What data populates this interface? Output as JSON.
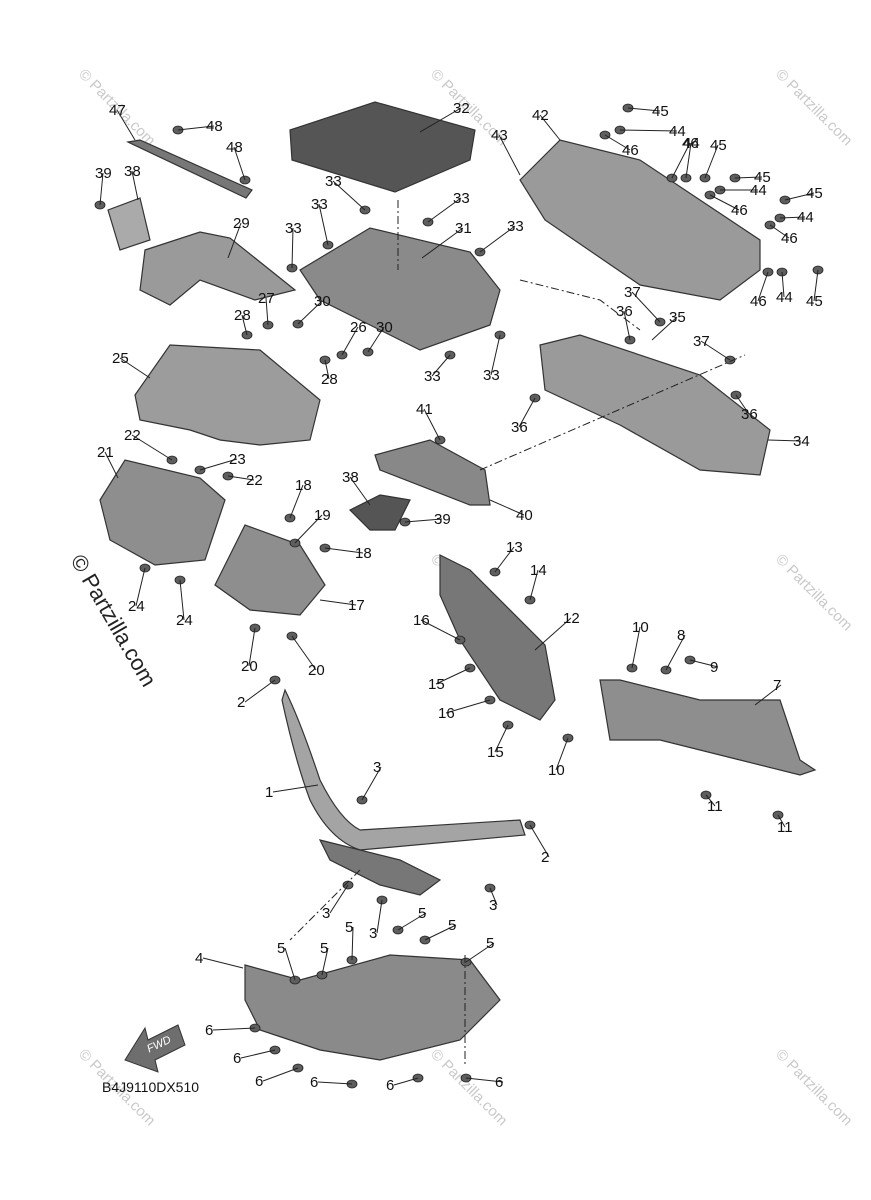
{
  "diagram_code": "B4J9110DX510",
  "fwd_label": "FWD",
  "watermark_main": "© Partzilla.com",
  "watermark_small": "© Partzilla.com",
  "colors": {
    "part_fill": "#8e8e8e",
    "part_light": "#b8b8b8",
    "part_dark": "#5e5e5e",
    "watermark": "#c9c9c9"
  },
  "callouts": [
    "1",
    "2",
    "3",
    "4",
    "5",
    "6",
    "7",
    "8",
    "9",
    "10",
    "11",
    "12",
    "13",
    "14",
    "15",
    "16",
    "17",
    "18",
    "19",
    "20",
    "21",
    "22",
    "23",
    "24",
    "25",
    "26",
    "27",
    "28",
    "29",
    "30",
    "31",
    "32",
    "33",
    "34",
    "35",
    "36",
    "37",
    "38",
    "39",
    "40",
    "41",
    "42",
    "43",
    "44",
    "45",
    "46",
    "47",
    "48"
  ]
}
